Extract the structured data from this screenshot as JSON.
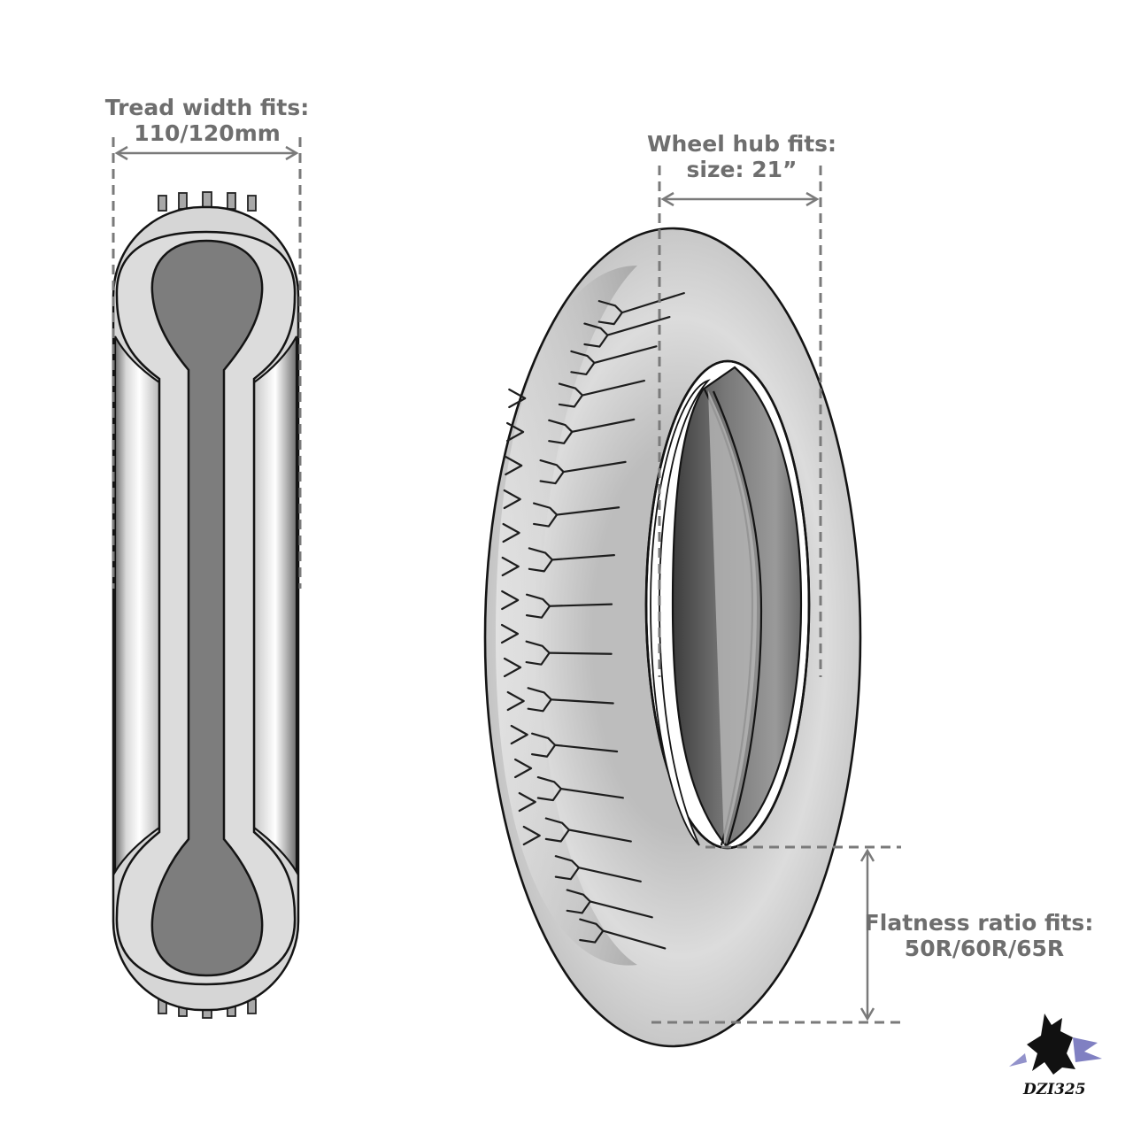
{
  "dimensions": {
    "tread_width": {
      "title": "Tread width fits:",
      "value": "110/120mm"
    },
    "wheel_hub": {
      "title": "Wheel hub fits:",
      "value": "size: 21”"
    },
    "flatness_ratio": {
      "title": "Flatness ratio fits:",
      "value": "50R/60R/65R"
    }
  },
  "watermark": {
    "text": "DZI325"
  },
  "colors": {
    "tire_light": "#d6d6d6",
    "tire_dark": "#7d7d7d",
    "outline": "#141414",
    "dimension_line": "#7a7a7a",
    "label_text": "#6e6e6e"
  }
}
